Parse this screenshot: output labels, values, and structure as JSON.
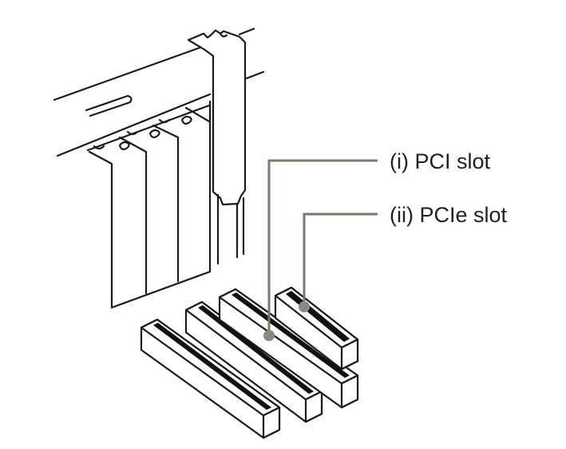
{
  "diagram": {
    "title": "PCI and PCIe expansion slots",
    "colors": {
      "line": "#1a1a1a",
      "leader": "#7d776f",
      "label_text": "#231f20",
      "background": "#ffffff"
    },
    "callouts": [
      {
        "id": "pci",
        "label": "(i) PCI slot",
        "target": "pci-slot"
      },
      {
        "id": "pcie",
        "label": "(ii) PCIe slot",
        "target": "pcie-slot"
      }
    ],
    "components": {
      "chassis_rear_panel": "chassis-rear-panel",
      "expansion_brackets": 4,
      "raised_bracket": 1,
      "slots": [
        {
          "name": "long-slot-1",
          "type": "PCI"
        },
        {
          "name": "long-slot-2",
          "type": "PCI"
        },
        {
          "name": "long-slot-3",
          "type": "PCI"
        },
        {
          "name": "short-slot",
          "type": "PCIe"
        }
      ]
    }
  }
}
